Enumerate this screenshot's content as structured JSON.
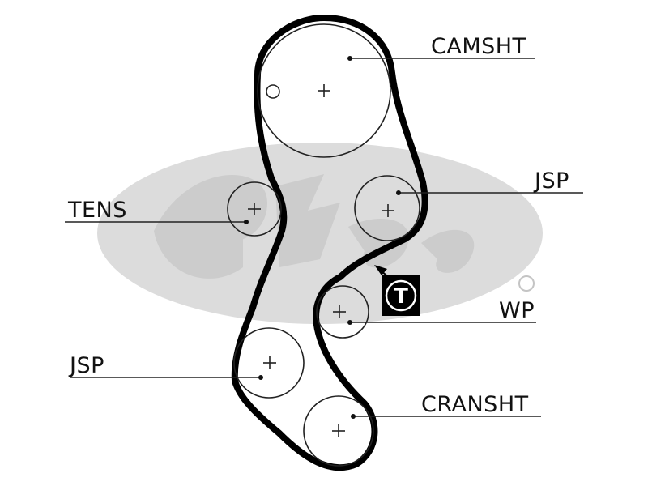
{
  "labels": {
    "camshaft": "CAMSHT",
    "jsp_upper": "JSP",
    "tensioner": "TENS",
    "water_pump": "WP",
    "jsp_lower": "JSP",
    "crankshaft": "CRANSHT",
    "timing_mark": "T"
  },
  "colors": {
    "belt": "#000000",
    "line": "#222222",
    "watermark": "#dcdcdc",
    "background": "#ffffff"
  }
}
